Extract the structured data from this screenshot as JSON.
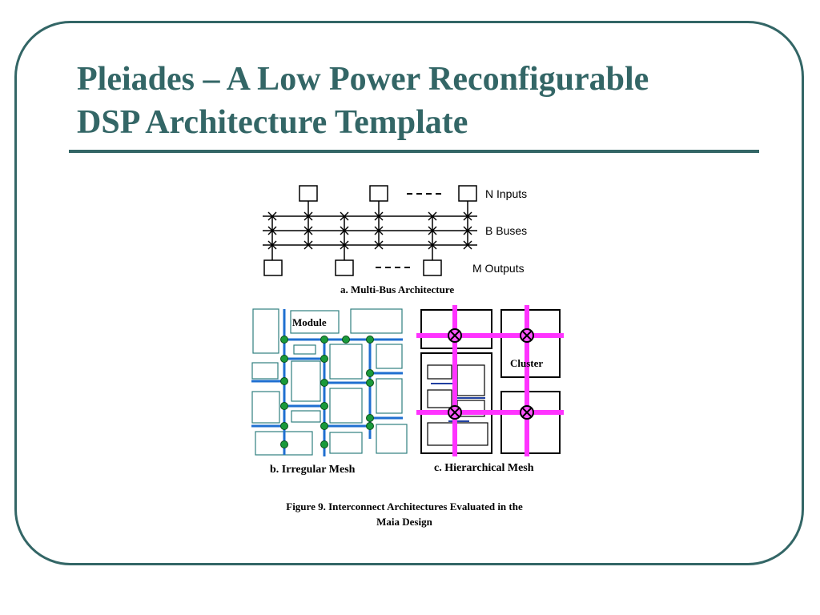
{
  "slide": {
    "title_line1": "Pleiades – A Low Power Reconfigurable",
    "title_line2": "DSP Architecture Template"
  },
  "figure": {
    "panel_a": {
      "inputs_label": "N Inputs",
      "buses_label": "B Buses",
      "outputs_label": "M Outputs",
      "caption": "a. Multi-Bus Architecture"
    },
    "panel_b": {
      "module_label": "Module",
      "caption": "b. Irregular Mesh"
    },
    "panel_c": {
      "cluster_label": "Cluster",
      "caption": "c. Hierarchical Mesh"
    },
    "caption_line1": "Figure 9.  Interconnect Architectures Evaluated in the",
    "caption_line2": "Maia Design"
  },
  "colors": {
    "accent": "#336666",
    "mesh_blue": "#1f6fd0",
    "switch_green": "#1a9a3a",
    "hier_magenta": "#ff33ff"
  }
}
